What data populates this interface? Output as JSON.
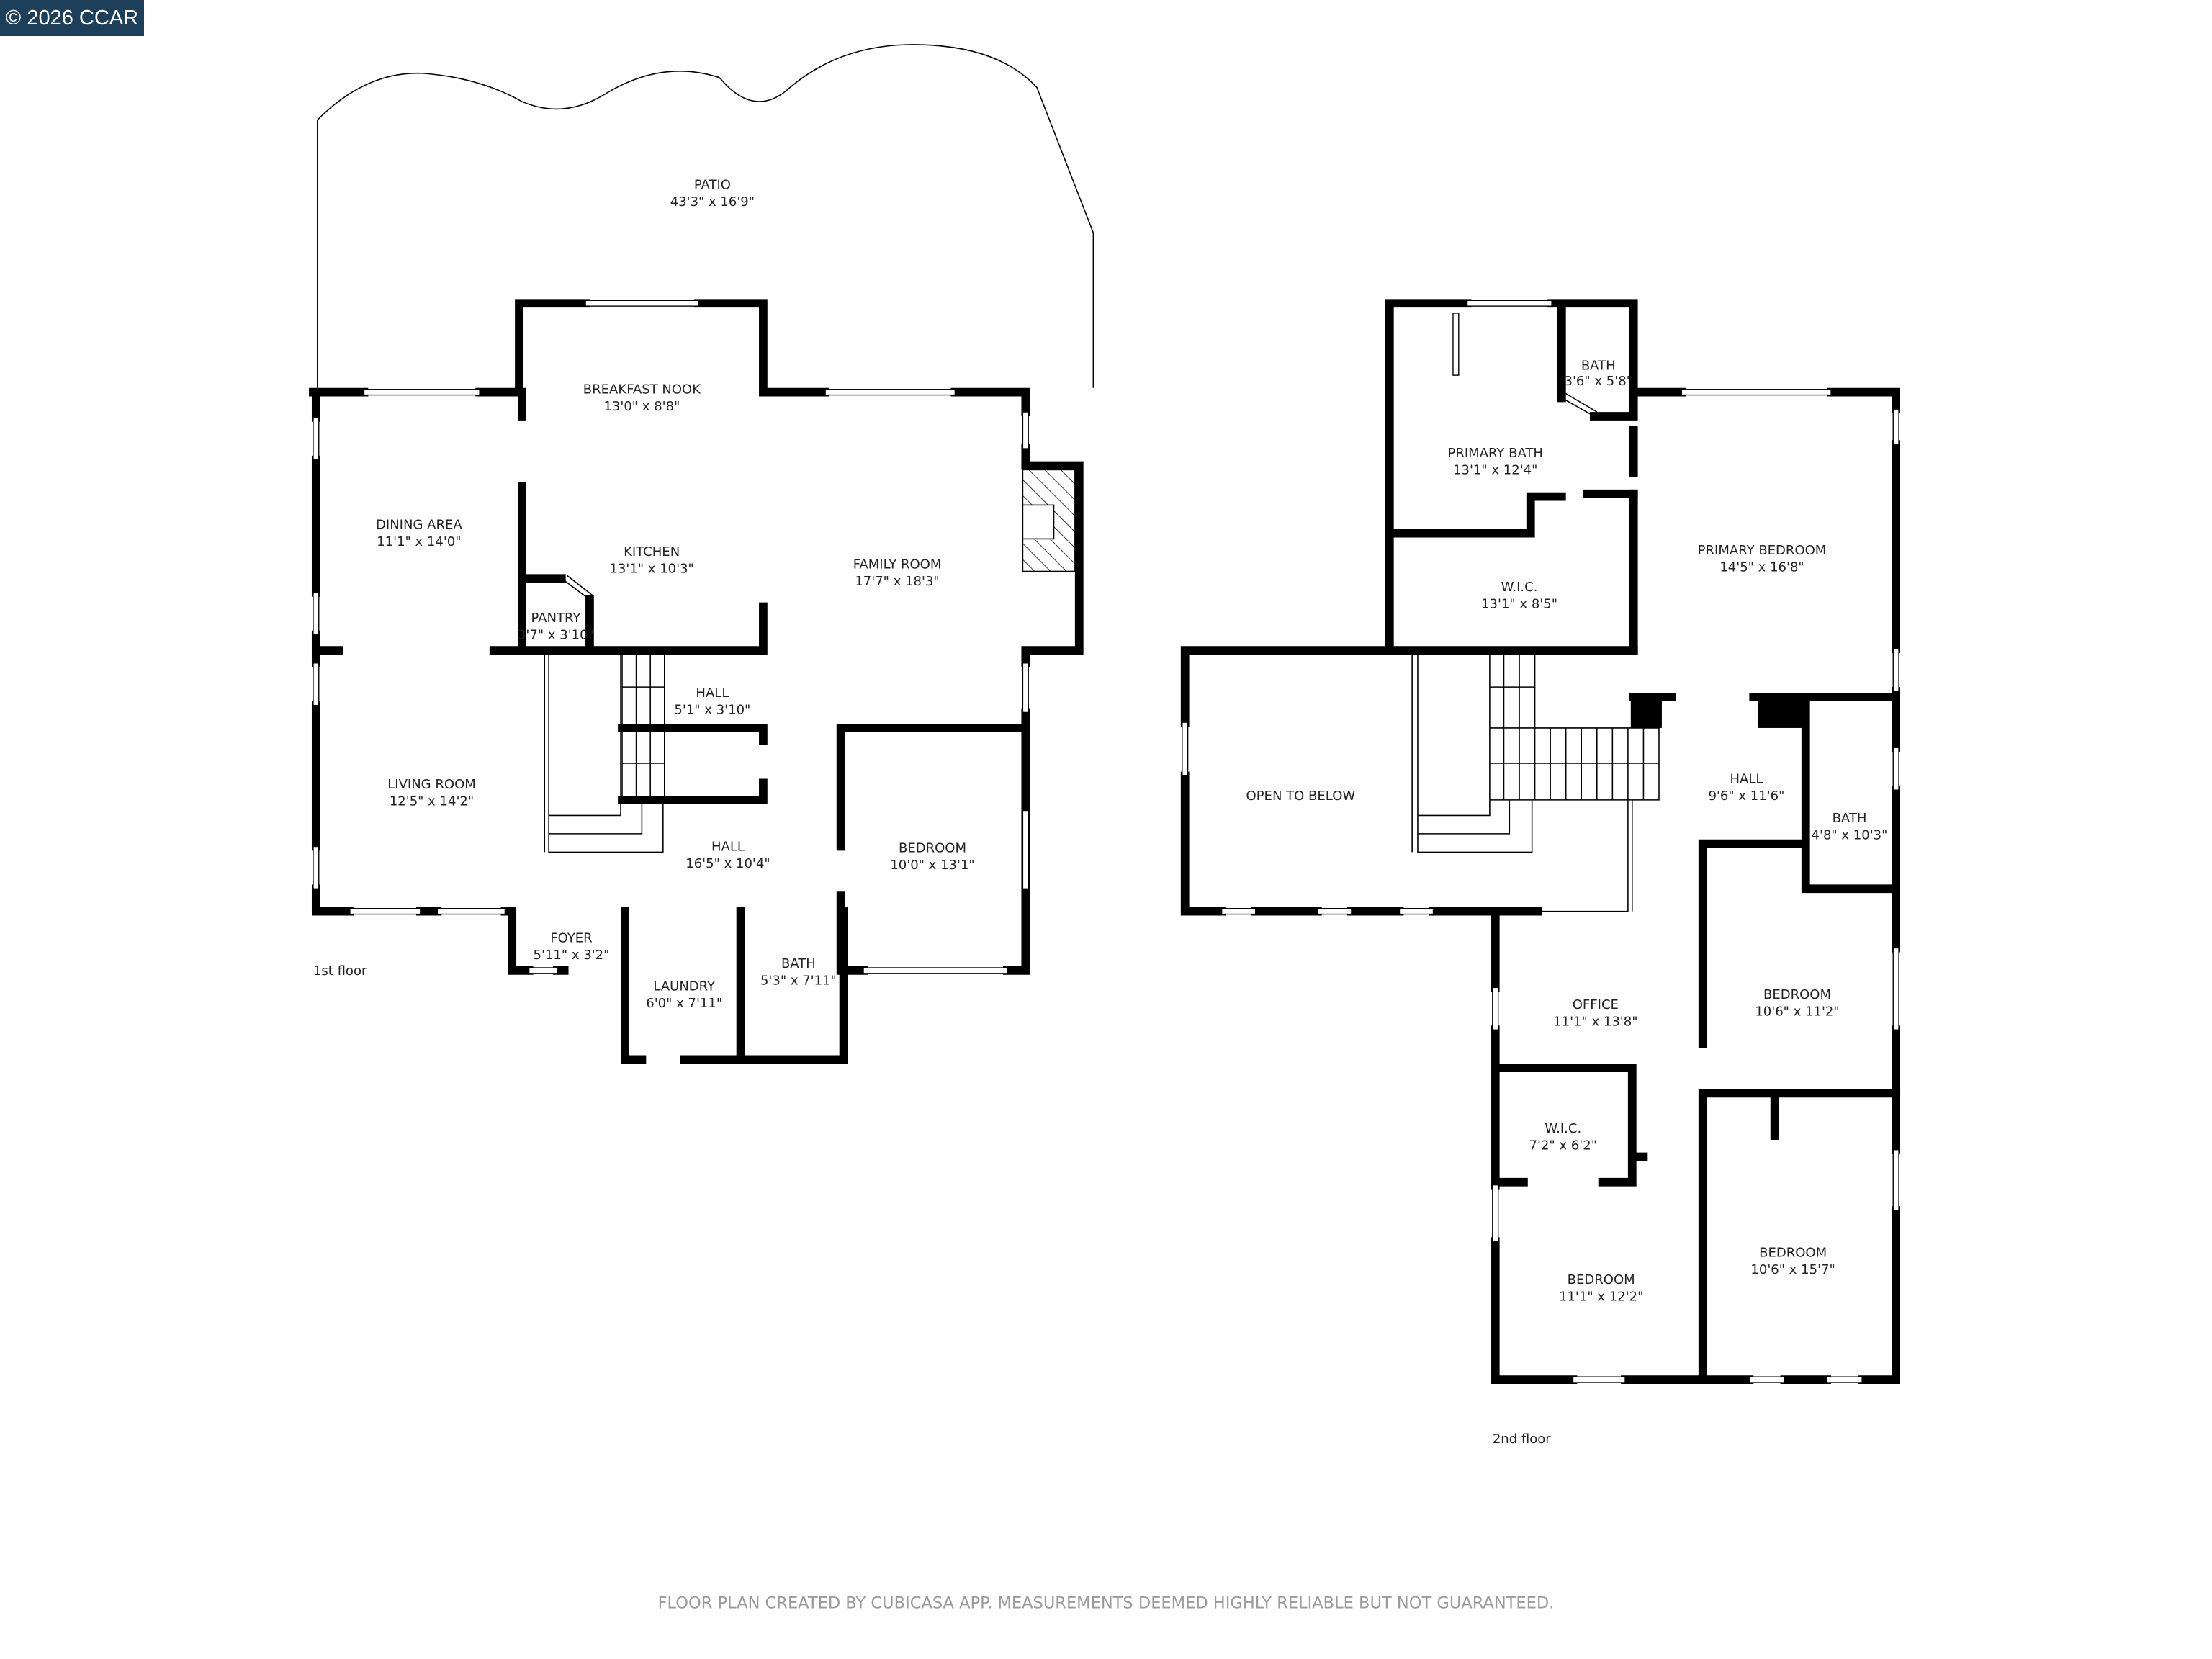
{
  "badge": {
    "text": "© 2026 CCAR",
    "color": "#1d3f5a"
  },
  "floor1": {
    "label": "1st floor",
    "rooms": [
      {
        "name": "PATIO",
        "dims": "43'3\" x 16'9\""
      },
      {
        "name": "BREAKFAST NOOK",
        "dims": "13'0\" x 8'8\""
      },
      {
        "name": "DINING AREA",
        "dims": "11'1\" x 14'0\""
      },
      {
        "name": "KITCHEN",
        "dims": "13'1\" x 10'3\""
      },
      {
        "name": "FAMILY ROOM",
        "dims": "17'7\" x 18'3\""
      },
      {
        "name": "PANTRY",
        "dims": "3'7\" x 3'10\""
      },
      {
        "name": "HALL",
        "dims": "5'1\" x 3'10\""
      },
      {
        "name": "LIVING ROOM",
        "dims": "12'5\" x 14'2\""
      },
      {
        "name": "HALL",
        "dims": "16'5\" x 10'4\""
      },
      {
        "name": "BEDROOM",
        "dims": "10'0\" x 13'1\""
      },
      {
        "name": "FOYER",
        "dims": "5'11\" x 3'2\""
      },
      {
        "name": "LAUNDRY",
        "dims": "6'0\" x 7'11\""
      },
      {
        "name": "BATH",
        "dims": "5'3\" x 7'11\""
      }
    ]
  },
  "floor2": {
    "label": "2nd floor",
    "rooms": [
      {
        "name": "BATH",
        "dims": "3'6\" x 5'8\""
      },
      {
        "name": "PRIMARY BATH",
        "dims": "13'1\" x 12'4\""
      },
      {
        "name": "PRIMARY BEDROOM",
        "dims": "14'5\" x 16'8\""
      },
      {
        "name": "W.I.C.",
        "dims": "13'1\" x 8'5\""
      },
      {
        "name": "OPEN TO BELOW",
        "dims": ""
      },
      {
        "name": "HALL",
        "dims": "9'6\" x 11'6\""
      },
      {
        "name": "BATH",
        "dims": "4'8\" x 10'3\""
      },
      {
        "name": "OFFICE",
        "dims": "11'1\" x 13'8\""
      },
      {
        "name": "BEDROOM",
        "dims": "10'6\" x 11'2\""
      },
      {
        "name": "W.I.C.",
        "dims": "7'2\" x 6'2\""
      },
      {
        "name": "BEDROOM",
        "dims": "11'1\" x 12'2\""
      },
      {
        "name": "BEDROOM",
        "dims": "10'6\" x 15'7\""
      }
    ]
  },
  "footer": "FLOOR PLAN CREATED BY CUBICASA APP. MEASUREMENTS DEEMED HIGHLY RELIABLE BUT NOT GUARANTEED."
}
